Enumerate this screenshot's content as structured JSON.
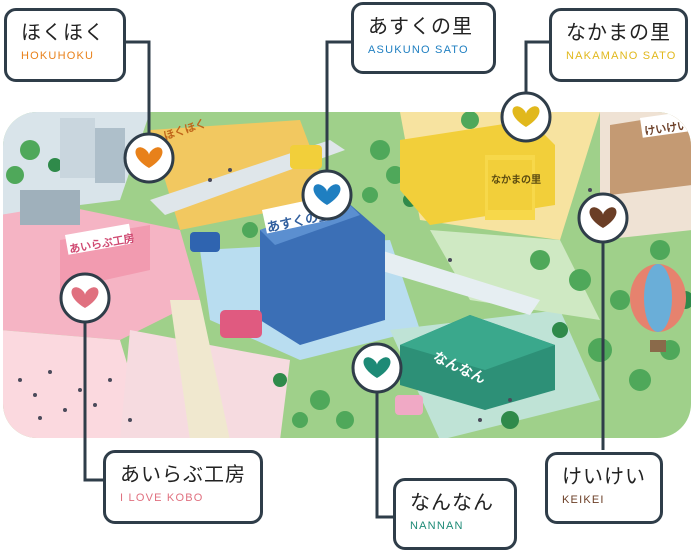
{
  "areas": [
    {
      "id": "hokuhoku",
      "title": "ほくほく",
      "subtitle": "HOKUHOKU",
      "color": "#e8811a"
    },
    {
      "id": "asukuno-sato",
      "title": "あすくの里",
      "subtitle": "ASUKUNO SATO",
      "color": "#1f7fc1"
    },
    {
      "id": "nakamano-sato",
      "title": "なかまの里",
      "subtitle": "NAKAMANO SATO",
      "color": "#e1b81c"
    },
    {
      "id": "i-love-kobo",
      "title": "あいらぶ工房",
      "subtitle": "I LOVE KOBO",
      "color": "#e0707f"
    },
    {
      "id": "nannan",
      "title": "なんなん",
      "subtitle": "NANNAN",
      "color": "#1d8a76"
    },
    {
      "id": "keikei",
      "title": "けいけい",
      "subtitle": "KEIKEI",
      "color": "#6b3e26"
    }
  ],
  "map_signs": {
    "asukuno": "あすくの里",
    "ilove": "あいらぶ工房",
    "nakama": "なかまの里",
    "nannan": "なんなん",
    "keikei": "けいけい",
    "hokuhoku": "ほくほく"
  }
}
